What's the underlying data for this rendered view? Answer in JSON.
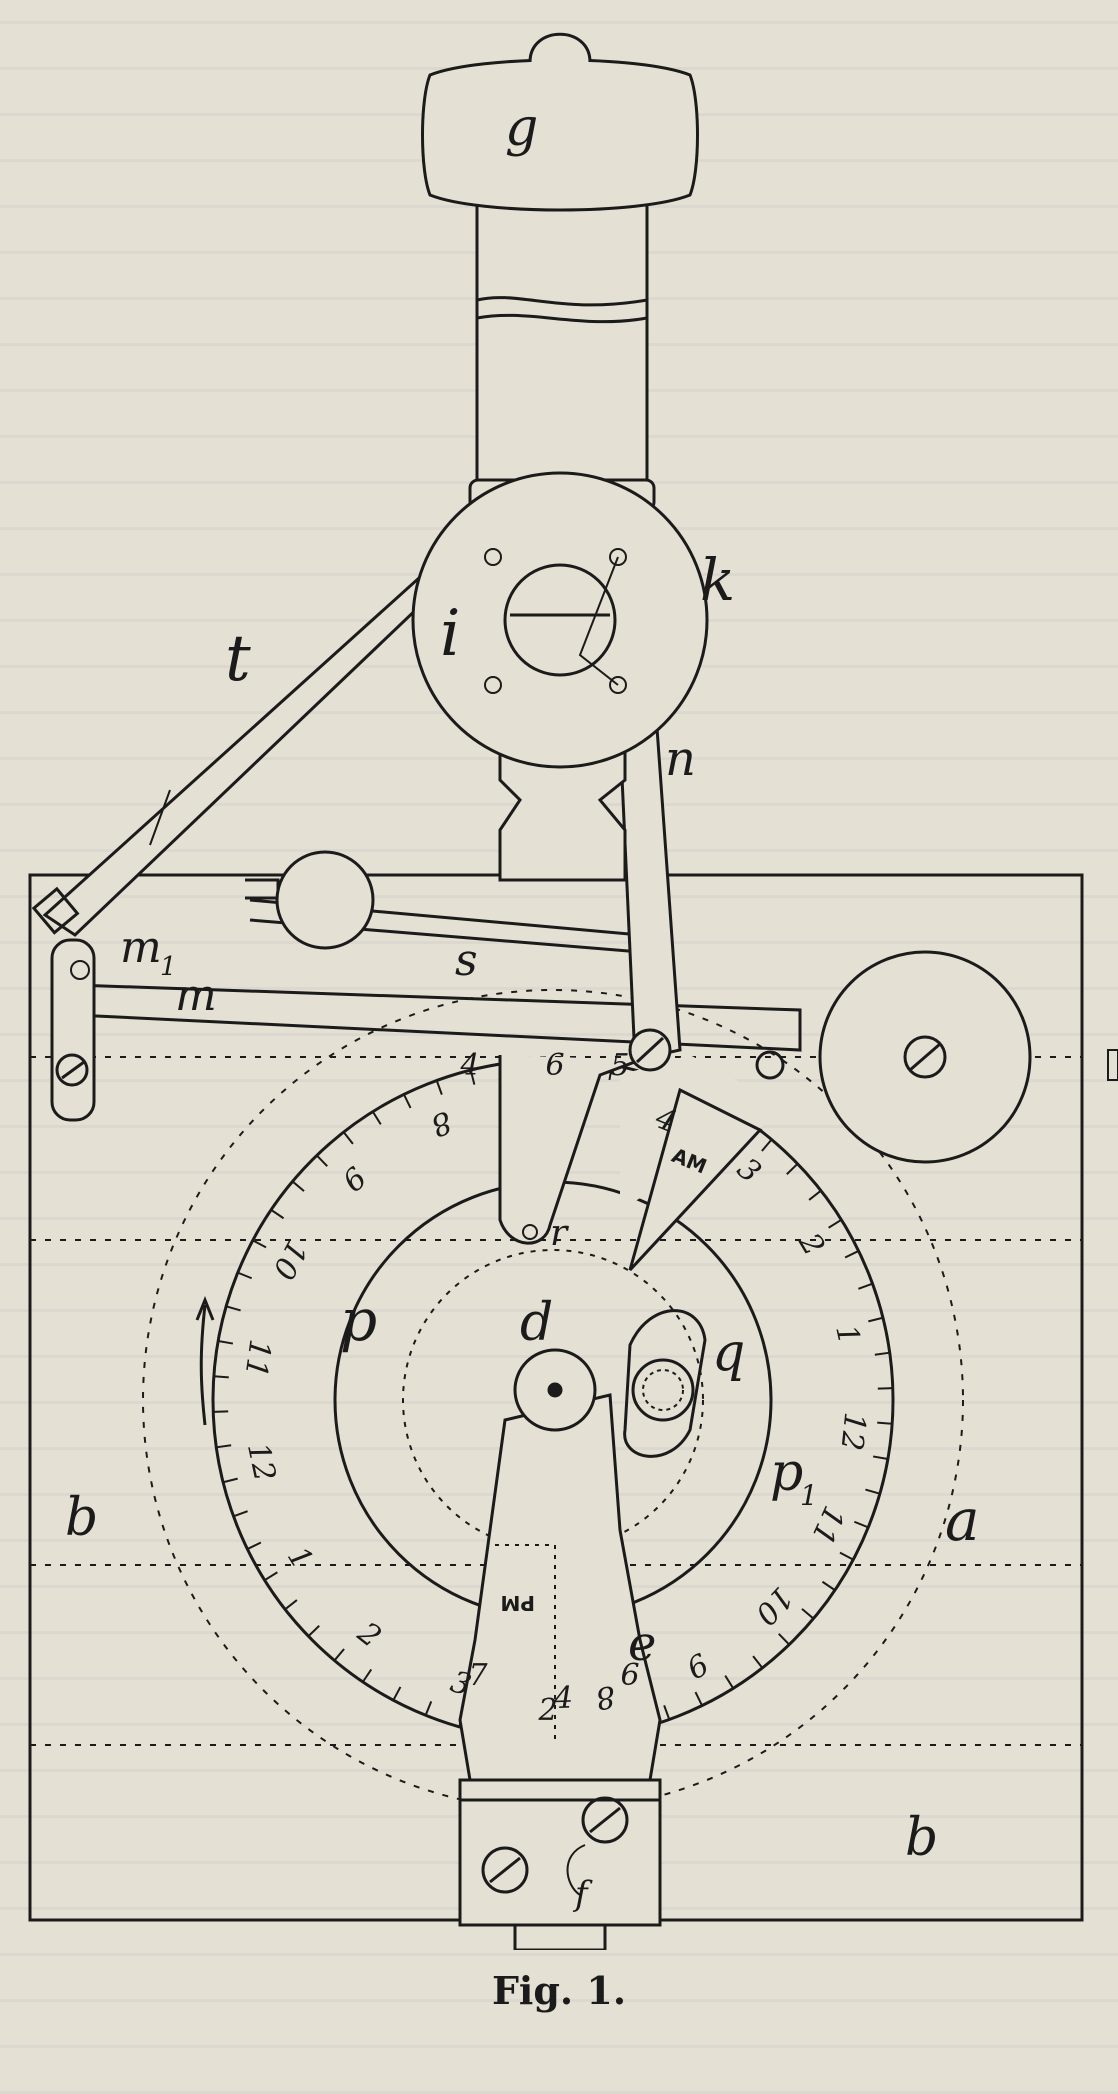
{
  "figure": {
    "labels": {
      "g": "g",
      "k": "k",
      "i": "i",
      "t": "t",
      "n": "n",
      "m1": "m",
      "m1_sub": "1",
      "m": "m",
      "s": "s",
      "d": "d",
      "q": "q",
      "p": "p",
      "p1": "p",
      "p1_sub": "1",
      "a": "a",
      "b_left": "b",
      "b_right": "b",
      "e": "e",
      "f": "f",
      "r": "r",
      "am": "AM",
      "pm": "PM"
    },
    "outer_dial": [
      "8",
      "9",
      "10",
      "11",
      "12",
      "1",
      "2",
      "3",
      "4"
    ],
    "top_marks": [
      "4",
      "6",
      "5"
    ],
    "inner_dial": [
      "4",
      "3",
      "2",
      "1",
      "12",
      "11",
      "10",
      "9",
      "8"
    ],
    "bottom_marks": [
      "7",
      "6",
      "2"
    ]
  },
  "caption": "Fig. 1."
}
